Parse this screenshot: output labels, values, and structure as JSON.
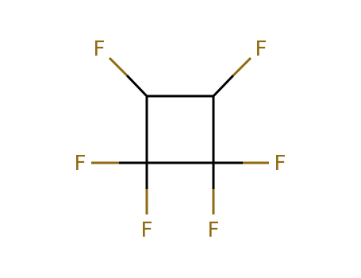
{
  "molecule": {
    "colors": {
      "carbon_bond": "#000000",
      "fluorine": "#8f6a10",
      "background": "#ffffff"
    },
    "atoms": [
      {
        "id": "c1",
        "element": "C",
        "label": ""
      },
      {
        "id": "c2",
        "element": "C",
        "label": ""
      },
      {
        "id": "c3",
        "element": "C",
        "label": ""
      },
      {
        "id": "c4",
        "element": "C",
        "label": ""
      },
      {
        "id": "f1",
        "element": "F",
        "label": "F"
      },
      {
        "id": "f2",
        "element": "F",
        "label": "F"
      },
      {
        "id": "f3",
        "element": "F",
        "label": "F"
      },
      {
        "id": "f4",
        "element": "F",
        "label": "F"
      },
      {
        "id": "f5",
        "element": "F",
        "label": "F"
      },
      {
        "id": "f6",
        "element": "F",
        "label": "F"
      }
    ],
    "bonds": [
      {
        "from": "c1",
        "to": "c2",
        "order": 1
      },
      {
        "from": "c2",
        "to": "c3",
        "order": 1
      },
      {
        "from": "c3",
        "to": "c4",
        "order": 1
      },
      {
        "from": "c4",
        "to": "c1",
        "order": 1
      },
      {
        "from": "c1",
        "to": "f1",
        "order": 1
      },
      {
        "from": "c2",
        "to": "f2",
        "order": 1
      },
      {
        "from": "c4",
        "to": "f3",
        "order": 1
      },
      {
        "from": "c4",
        "to": "f5",
        "order": 1
      },
      {
        "from": "c3",
        "to": "f4",
        "order": 1
      },
      {
        "from": "c3",
        "to": "f6",
        "order": 1
      }
    ]
  }
}
